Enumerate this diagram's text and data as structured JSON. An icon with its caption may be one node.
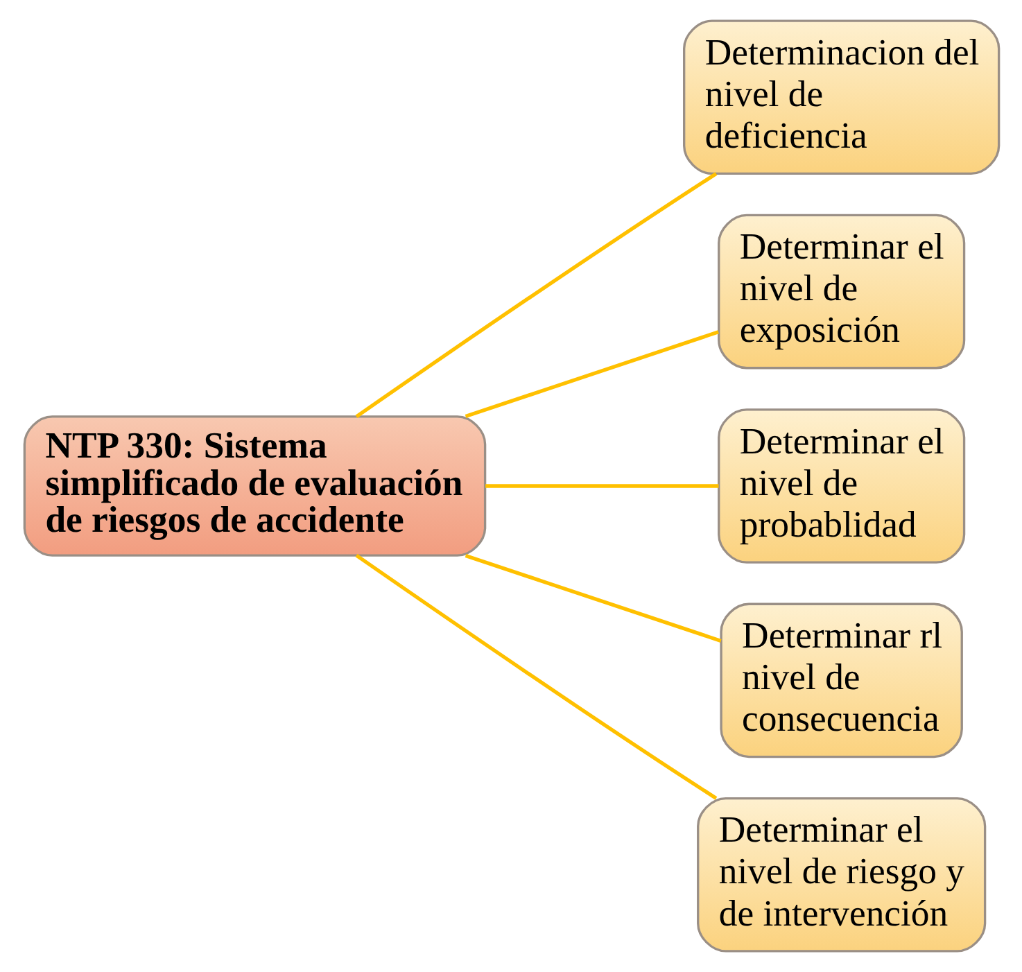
{
  "diagram": {
    "nodes": [
      {
        "text": [
          "NTP 330: Sistema simplificado de evaluación de riesgos de accidente"
        ]
      },
      {
        "text": [
          "Determinacion del nivel de deficiencia"
        ]
      },
      {
        "text": [
          "Determinar el nivel de exposición"
        ]
      },
      {
        "text": [
          "Determinar el nivel de probablidad"
        ]
      },
      {
        "text": [
          "Determinar rl nivel de consecuencia"
        ]
      },
      {
        "text": [
          "Determinar el nivel de riesgo y de intervención"
        ]
      }
    ],
    "edges": [
      {
        "from": 0,
        "to": 1,
        "arrow": "none"
      },
      {
        "from": 0,
        "to": 2,
        "arrow": "none"
      },
      {
        "from": 0,
        "to": 3,
        "arrow": "none"
      },
      {
        "from": 0,
        "to": 4,
        "arrow": "none"
      },
      {
        "from": 0,
        "to": 5,
        "arrow": "none"
      }
    ]
  }
}
